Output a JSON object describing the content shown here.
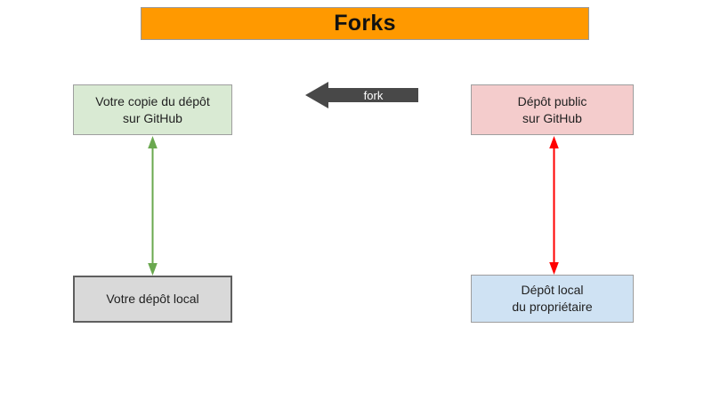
{
  "diagram": {
    "title": "Forks",
    "boxes": {
      "copy_github": {
        "line1": "Votre copie du dépôt",
        "line2": "sur GitHub"
      },
      "public_github": {
        "line1": "Dépôt public",
        "line2": "sur GitHub"
      },
      "local_yours": {
        "line1": "Votre dépôt local"
      },
      "local_owner": {
        "line1": "Dépôt local",
        "line2": "du propriétaire"
      }
    },
    "fork_arrow": {
      "label": "fork"
    },
    "colors": {
      "title_bg": "#ff9900",
      "copy_github_bg": "#d9ead3",
      "public_github_bg": "#f4cccc",
      "local_yours_bg": "#d9d9d9",
      "local_owner_bg": "#cfe2f3",
      "fork_arrow": "#484848",
      "fork_label_text": "#ffffff",
      "sync_arrow_left": "#6aa84f",
      "sync_arrow_right": "#ff0000",
      "box_border": "#9e9e9e",
      "text": "#212121"
    }
  }
}
